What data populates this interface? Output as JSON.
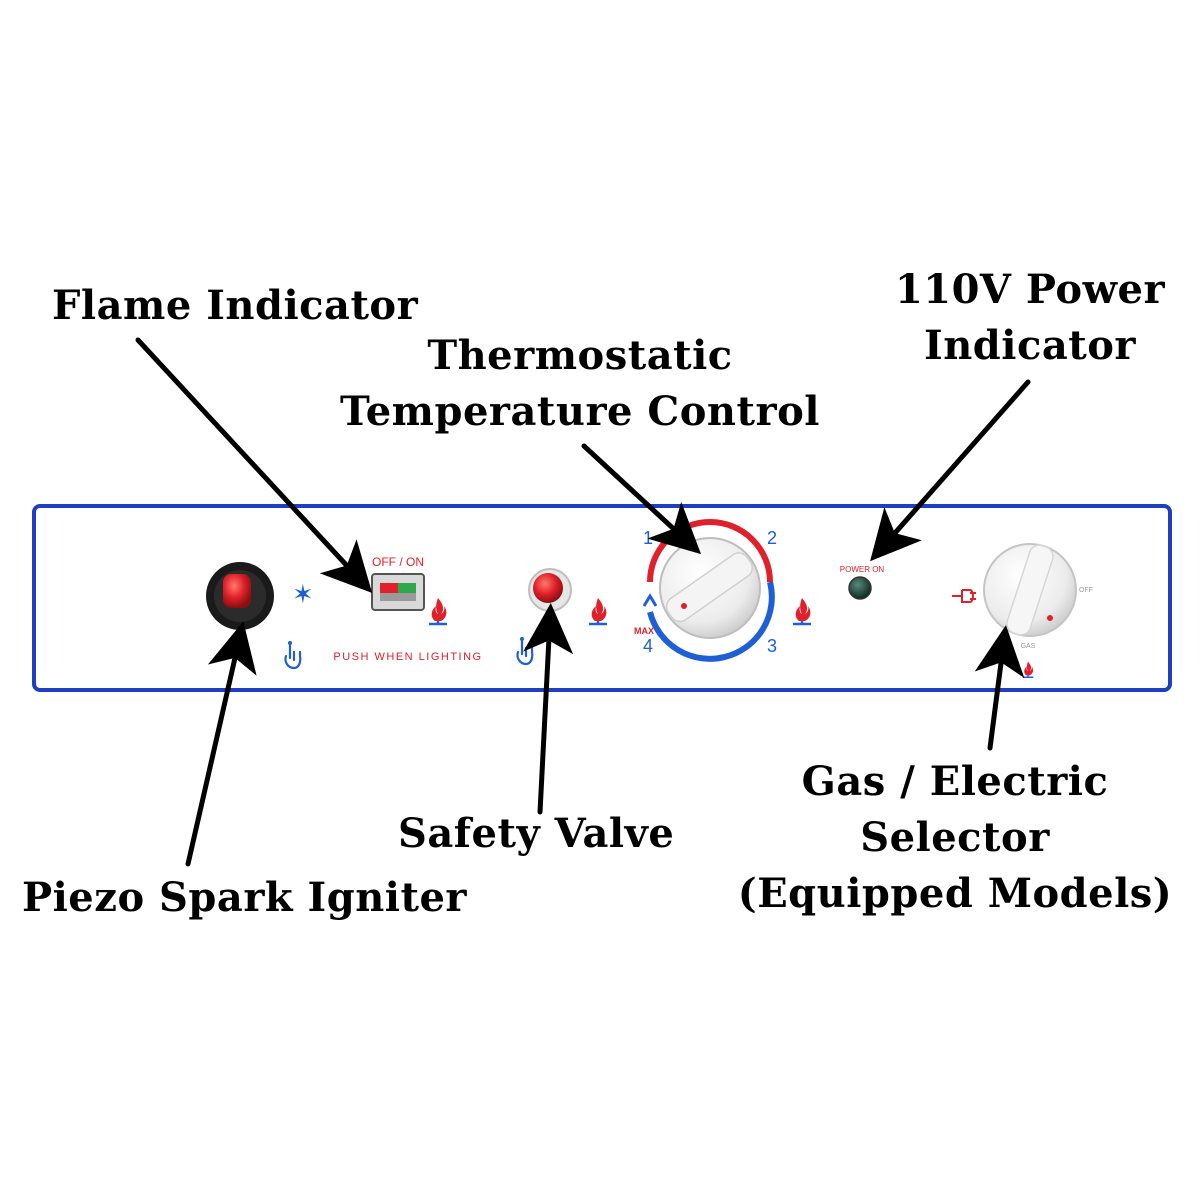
{
  "callouts": {
    "flame_indicator": "Flame Indicator",
    "thermostat_line1": "Thermostatic",
    "thermostat_line2": "Temperature Control",
    "power_line1": "110V Power",
    "power_line2": "Indicator",
    "piezo": "Piezo Spark Igniter",
    "safety_valve": "Safety Valve",
    "selector_line1": "Gas / Electric",
    "selector_line2": "Selector",
    "selector_line3": "(Equipped Models)"
  },
  "panel": {
    "off_on_label": "OFF / ON",
    "push_when_lighting": "PUSH WHEN LIGHTING",
    "power_on_label": "POWER ON",
    "dial_numbers": [
      "1",
      "2",
      "3",
      "4"
    ],
    "max_label": "MAX",
    "selector_off_label": "OFF",
    "selector_gas_label": "GAS"
  },
  "colors": {
    "panel_border": "#1e3fbf",
    "panel_blue": "#1f5fd6",
    "panel_red": "#e0202a",
    "arrow": "#000000"
  },
  "icons": {
    "spark": "spark-star-icon",
    "flame": "flame-icon",
    "push_hand": "push-hand-icon",
    "plug": "plug-icon"
  }
}
